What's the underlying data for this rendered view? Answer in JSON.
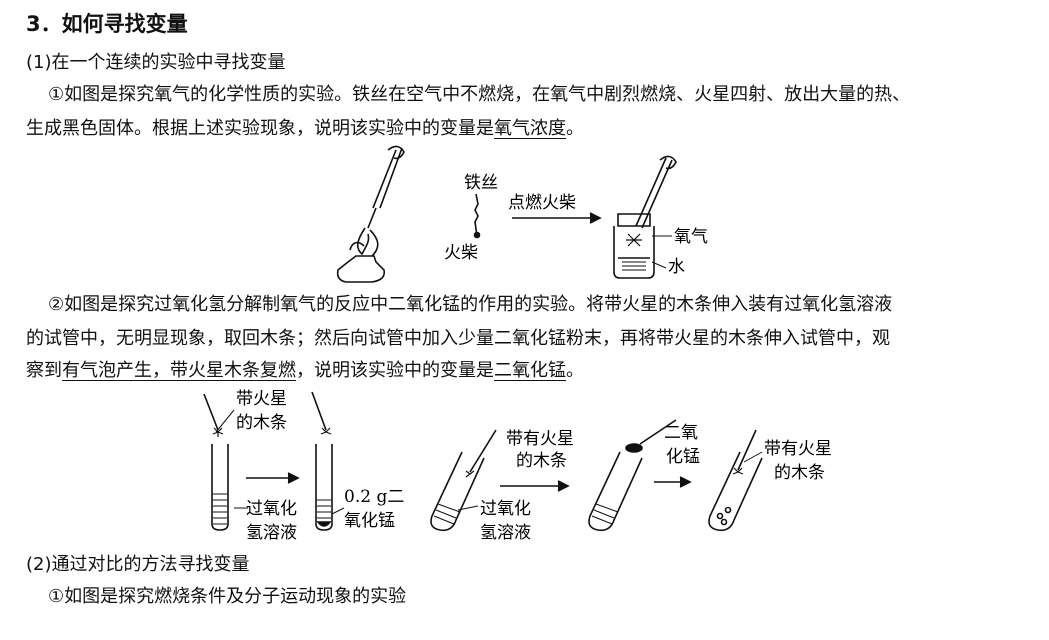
{
  "section3": {
    "title": "3．如何寻找变量"
  },
  "part1": {
    "heading": "(1)在一个连续的实验中寻找变量",
    "item1": {
      "line1": "①如图是探究氧气的化学性质的实验。铁丝在空气中不燃烧，在氧气中剧烈燃烧、火星四射、放出大量的热、",
      "line2_pre": "生成黑色固体。根据上述实验现象，说明该实验中的变量是",
      "line2_answer": "氧气浓度",
      "line2_post": "。"
    },
    "figure1": {
      "label_iron_wire": "铁丝",
      "label_match": "火柴",
      "label_ignite": "点燃火柴",
      "label_oxygen": "氧气",
      "label_water": "水"
    },
    "item2": {
      "line1": "②如图是探究过氧化氢分解制氧气的反应中二氧化锰的作用的实验。将带火星的木条伸入装有过氧化氢溶液",
      "line2": "的试管中，无明显现象，取回木条；然后向试管中加入少量二氧化锰粉末，再将带火星的木条伸入试管中，观",
      "line3_pre": "察到",
      "line3_answer1": "有气泡产生，带火星木条复燃",
      "line3_mid": "，说明该实验中的变量是",
      "line3_answer2": "二氧化锰",
      "line3_post": "。"
    },
    "figure2": {
      "label_splint1_a": "带火星",
      "label_splint1_b": "的木条",
      "label_h2o2_1a": "过氧化",
      "label_h2o2_1b": "氢溶液",
      "label_mno2_a": "0.2 g二",
      "label_mno2_b": "氧化锰",
      "label_splint2_a": "带有火星",
      "label_splint2_b": "的木条",
      "label_h2o2_2a": "过氧化",
      "label_h2o2_2b": "氢溶液",
      "label_mno2_2a": "二氧",
      "label_mno2_2b": "化锰",
      "label_splint3_a": "带有火星",
      "label_splint3_b": "的木条"
    }
  },
  "part2": {
    "heading": "(2)通过对比的方法寻找变量",
    "item1": "①如图是探究燃烧条件及分子运动现象的实验"
  }
}
